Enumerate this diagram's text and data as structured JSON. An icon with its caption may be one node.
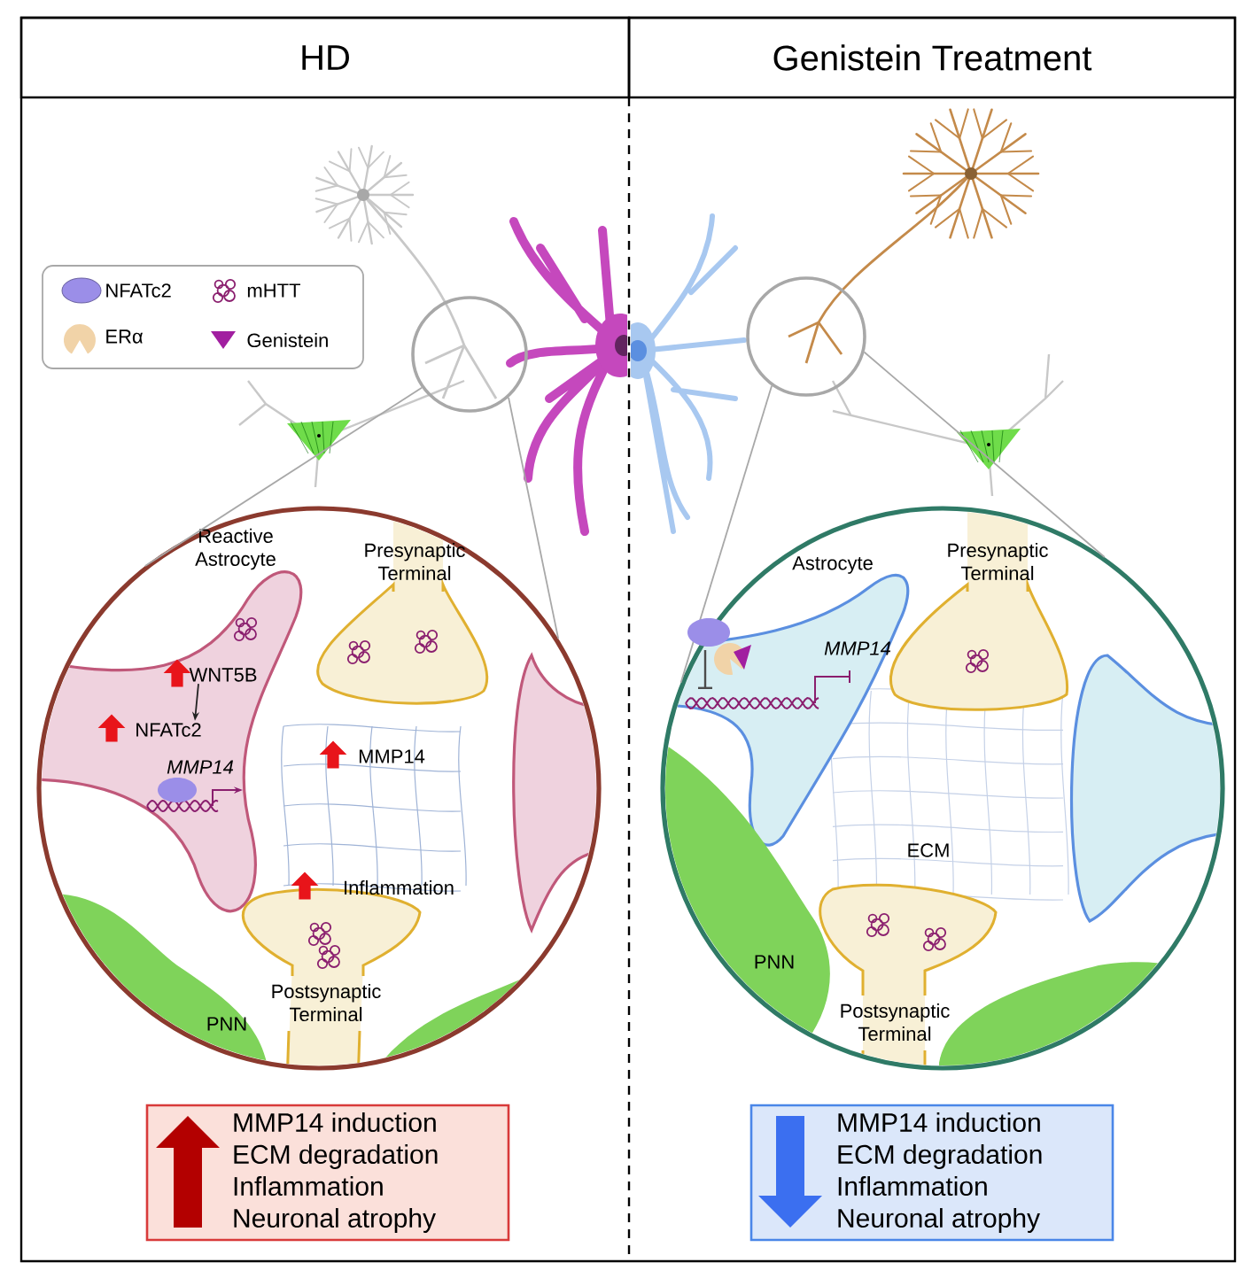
{
  "diagram": {
    "nodes": [
      {
        "text": [
          "HD"
        ]
      },
      {
        "text": [
          "Genistein Treatment"
        ]
      },
      {
        "text": [],
        "shape": "circle"
      },
      {
        "text": [],
        "shape": "circle"
      },
      {
        "text": [
          "Reactive Astrocyte"
        ],
        "in": 3
      },
      {
        "text": [
          "WNT5B"
        ],
        "in": 4
      },
      {
        "text": [
          "NFATc2"
        ],
        "in": 4
      },
      {
        "text": [
          "Presynaptic Terminal"
        ],
        "in": 3
      },
      {
        "text": [
          "Postsynaptic Terminal"
        ],
        "in": 3
      },
      {
        "text": [
          "PNN"
        ],
        "in": 3
      },
      {
        "text": [],
        "shape": "circle"
      },
      {
        "text": [],
        "shape": "circle"
      },
      {
        "text": [
          "Astrocyte"
        ],
        "in": 11
      },
      {
        "text": [
          "Presynaptic Terminal"
        ],
        "in": 11
      },
      {
        "text": [
          "Postsynaptic Terminal"
        ],
        "in": 11
      },
      {
        "text": [
          "PNN"
        ],
        "in": 11
      },
      {
        "text": [
          "MMP14 induction",
          "ECM degradation",
          "Inflammation",
          "Neuronal atrophy"
        ]
      },
      {
        "text": [
          "MMP14 induction",
          "ECM degradation",
          "Inflammation",
          "Neuronal atrophy"
        ]
      }
    ],
    "edges": [
      {
        "from": 2,
        "to": 3,
        "arrow": "none"
      },
      {
        "from": 2,
        "to": 3,
        "arrow": "none"
      },
      {
        "from": 10,
        "to": 11,
        "arrow": "none"
      },
      {
        "from": 10,
        "to": 11,
        "arrow": "none"
      },
      {
        "from": 5,
        "to": 6,
        "arrow": "to",
        "color": "#222222"
      }
    ],
    "labels": [
      "MMP14",
      "MMP14",
      "Inflammation",
      "MMP14",
      "ECM"
    ],
    "legend": [
      {
        "text": "NFATc2"
      },
      {
        "text": "mHTT"
      },
      {
        "text": "ERα"
      },
      {
        "text": "Genistein"
      }
    ]
  }
}
